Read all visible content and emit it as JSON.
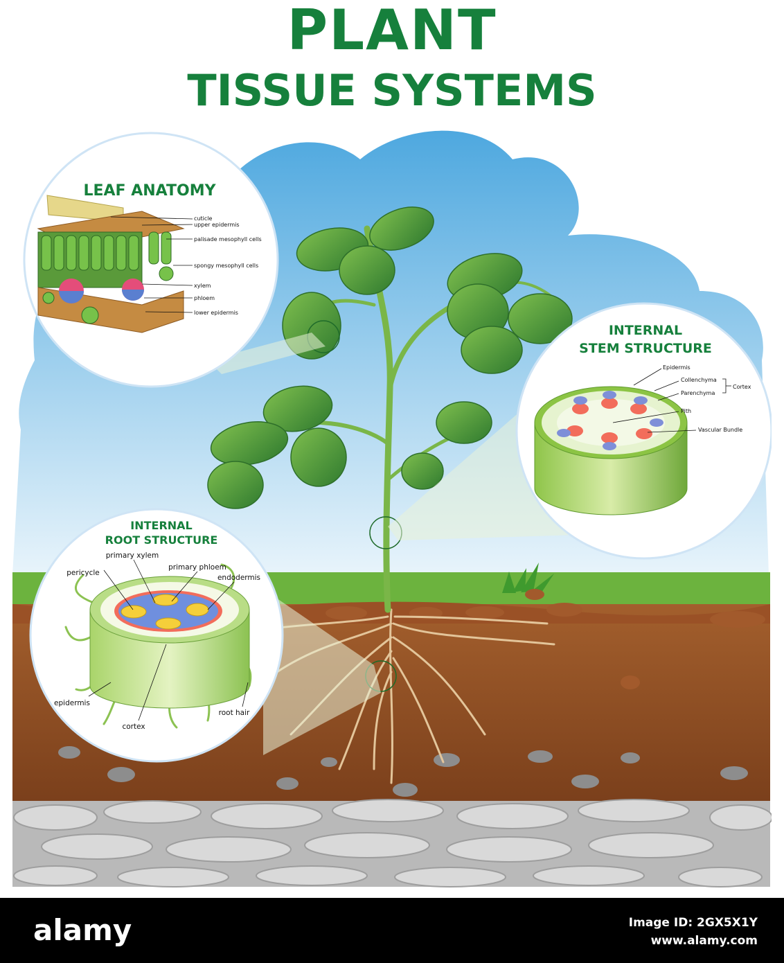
{
  "title": {
    "line1": "PLANT",
    "line2": "TISSUE SYSTEMS"
  },
  "leaf": {
    "heading": "LEAF ANATOMY",
    "labels": [
      "cuticle",
      "upper epidermis",
      "palisade mesophyll cells",
      "spongy mesophyll cells",
      "xylem",
      "phloem",
      "lower epidermis"
    ]
  },
  "stem": {
    "heading1": "INTERNAL",
    "heading2": "STEM STRUCTURE",
    "labels": [
      "Epidermis",
      "Collenchyma",
      "Parenchyma",
      "Cortex",
      "Pith",
      "Vascular Bundle"
    ]
  },
  "root": {
    "heading1": "INTERNAL",
    "heading2": "ROOT STRUCTURE",
    "labels": [
      "primary xylem",
      "pericycle",
      "primary phloem",
      "endodermis",
      "epidermis",
      "cortex",
      "root hair"
    ]
  },
  "watermark": {
    "brand": "alamy",
    "image_id": "Image ID: 2GX5X1Y",
    "url": "www.alamy.com"
  },
  "colors": {
    "title_green": "#16803c",
    "sky": "#7ec3ea",
    "grass": "#6cb33e",
    "soil": "#8a4a22",
    "rock": "#c9c9c9"
  }
}
